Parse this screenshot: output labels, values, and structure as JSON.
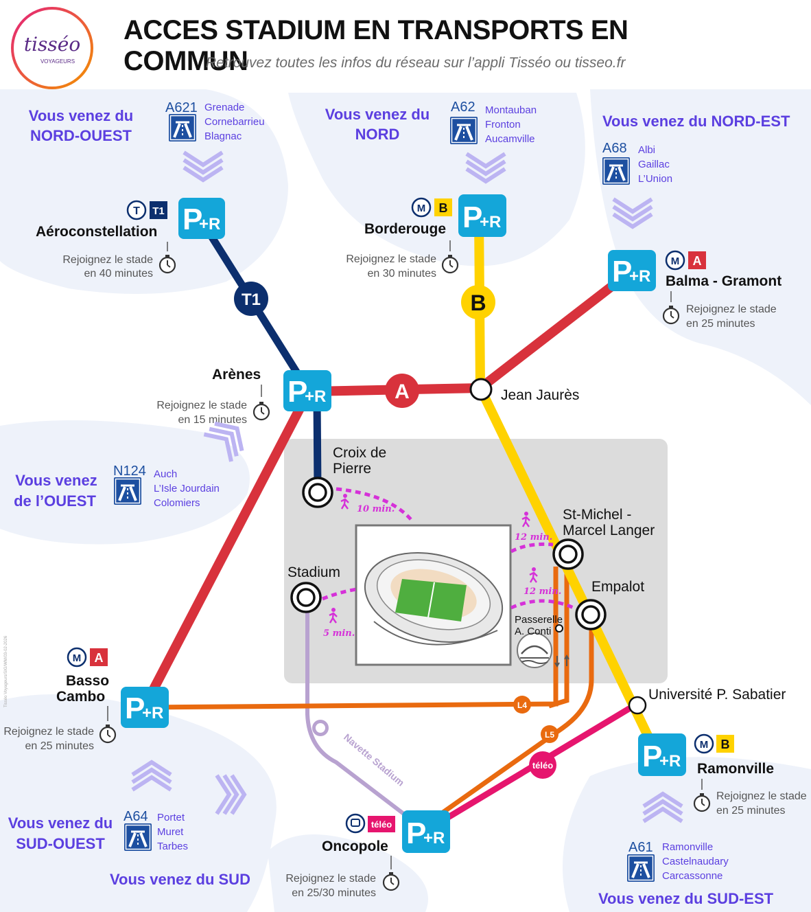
{
  "header": {
    "title": "ACCES STADIUM EN TRANSPORTS EN COMMUN",
    "subtitle": "Retrouvez toutes les infos du réseau sur l’appli Tisséo ou tisseo.fr",
    "logo_text": "tisséo",
    "logo_subtext": "VOYAGEURS"
  },
  "colors": {
    "line_A": "#d8323c",
    "line_B": "#ffd200",
    "line_T1": "#0c2f6e",
    "line_L4": "#e96a0f",
    "line_L5": "#e96a0f",
    "teleo": "#e6156e",
    "navette": "#b8a2d0",
    "park_ride": "#14a6d9",
    "direction_text": "#5b3fe0",
    "walk": "#d531d8"
  },
  "regions": {
    "nord_ouest": {
      "heading1": "Vous venez du",
      "heading2": "NORD-OUEST",
      "road": "A621",
      "towns": [
        "Grenade",
        "Cornebarrieu",
        "Blagnac"
      ]
    },
    "nord": {
      "heading1": "Vous venez du",
      "heading2": "NORD",
      "road": "A62",
      "towns": [
        "Montauban",
        "Fronton",
        "Aucamville"
      ]
    },
    "nord_est": {
      "heading": "Vous venez du NORD-EST",
      "road": "A68",
      "towns": [
        "Albi",
        "Gaillac",
        "L’Union"
      ]
    },
    "ouest": {
      "heading1": "Vous venez",
      "heading2": "de l’OUEST",
      "road": "N124",
      "towns": [
        "Auch",
        "L’Isle Jourdain",
        "Colomiers"
      ]
    },
    "sud_ouest": {
      "heading1": "Vous venez du",
      "heading2": "SUD-OUEST",
      "road": "A64",
      "towns": [
        "Portet",
        "Muret",
        "Tarbes"
      ]
    },
    "sud": {
      "heading": "Vous venez du SUD"
    },
    "sud_est": {
      "heading": "Vous venez du SUD-EST",
      "road": "A61",
      "towns": [
        "Ramonville",
        "Castelnaudary",
        "Carcassonne"
      ]
    }
  },
  "park_rides": {
    "label_P": "P",
    "label_R": "+R",
    "aeroconstellation": {
      "name": "Aéroconstellation",
      "badges": [
        "T",
        "T1"
      ],
      "time1": "Rejoignez le stade",
      "time2": "en 40 minutes"
    },
    "borderouge": {
      "name": "Borderouge",
      "badges": [
        "M",
        "B"
      ],
      "time1": "Rejoignez le stade",
      "time2": "en 30 minutes"
    },
    "balma": {
      "name": "Balma - Gramont",
      "badges": [
        "M",
        "A"
      ],
      "time1": "Rejoignez le stade",
      "time2": "en 25 minutes"
    },
    "arenes": {
      "name": "Arènes",
      "time1": "Rejoignez le stade",
      "time2": "en 15 minutes"
    },
    "basso_cambo": {
      "name1": "Basso",
      "name2": "Cambo",
      "badges": [
        "M",
        "A"
      ],
      "time1": "Rejoignez le stade",
      "time2": "en 25 minutes"
    },
    "ramonville": {
      "name": "Ramonville",
      "badges": [
        "M",
        "B"
      ],
      "time1": "Rejoignez le stade",
      "time2": "en 25 minutes"
    },
    "oncopole": {
      "name": "Oncopole",
      "badges": [
        "bus",
        "téléo"
      ],
      "time1": "Rejoignez le stade",
      "time2": "en 25/30 minutes"
    }
  },
  "line_badges": {
    "T1": "T1",
    "A": "A",
    "B": "B",
    "L4": "L4",
    "L5": "L5",
    "teleo": "téléo",
    "navette": "Navette Stadium"
  },
  "stations": {
    "jean_jaures": "Jean Jaurès",
    "croix1": "Croix de",
    "croix2": "Pierre",
    "stadium": "Stadium",
    "st_michel1": "St-Michel -",
    "st_michel2": "Marcel Langer",
    "empalot": "Empalot",
    "passerelle1": "Passerelle",
    "passerelle2": "A. Conti",
    "universite": "Université P. Sabatier"
  },
  "walks": {
    "croix": "10 min.",
    "st_michel": "12 min.",
    "empalot": "12 min.",
    "stadium": "5 min."
  },
  "footer_note": "Tisséo Voyageurs/SIG/WM/03-02-2026"
}
